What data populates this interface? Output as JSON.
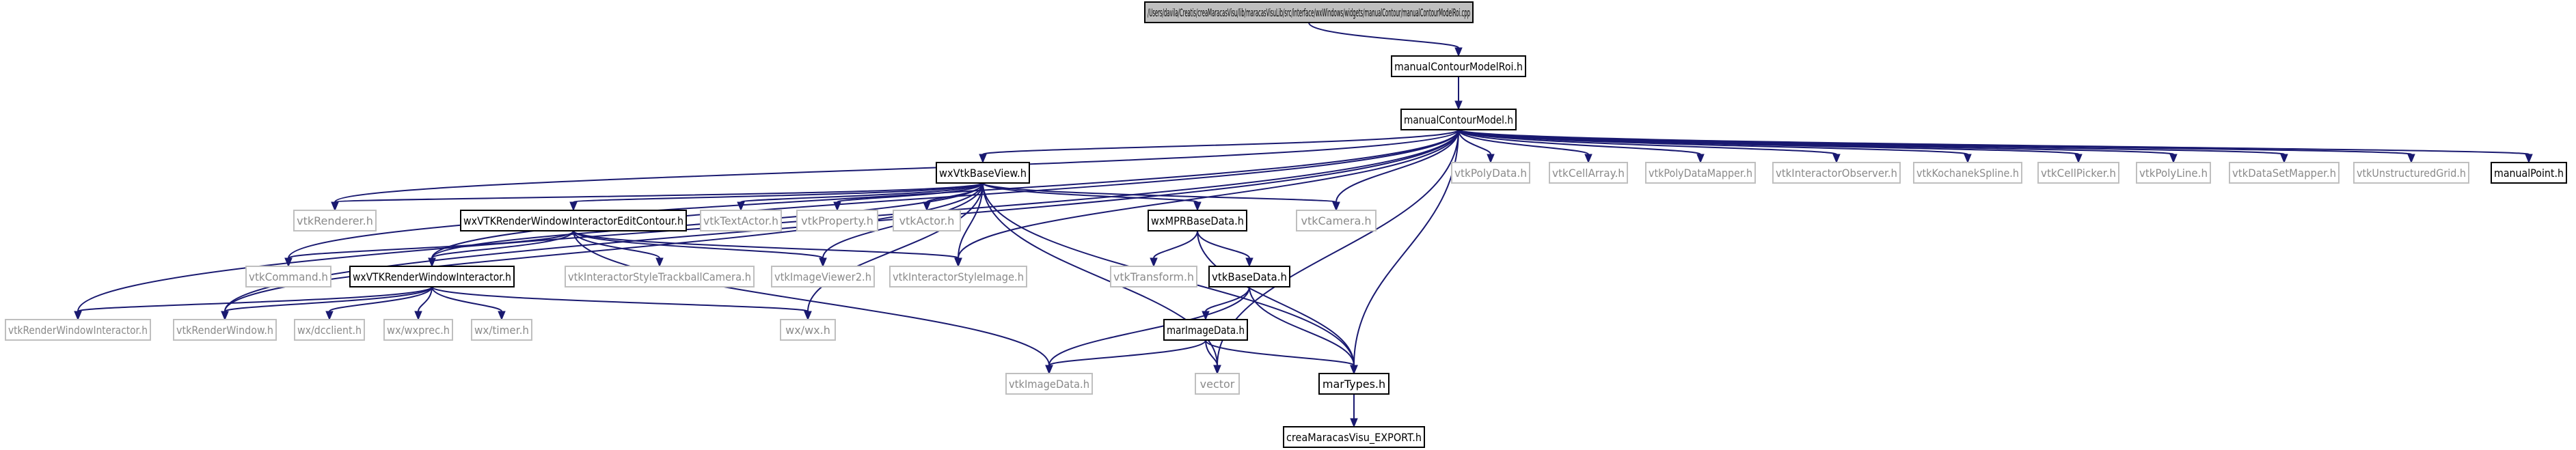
{
  "colors": {
    "edge": "#191970",
    "documented_border": "#000000",
    "undocumented_border": "#bfbfbf",
    "undocumented_text": "#8a8a8a",
    "root_fill": "#bfbfbf"
  },
  "nodes": [
    {
      "id": "root",
      "label": "/Users/davila/Creatis/creaMaracasVisu/lib/maracasVisuLib/src/interface/wxWindows/widgets/manualContour/manualContourModelRoi.cpp",
      "kind": "root"
    },
    {
      "id": "roi_h",
      "label": "manualContourModelRoi.h",
      "kind": "doc"
    },
    {
      "id": "model_h",
      "label": "manualContourModel.h",
      "kind": "doc"
    },
    {
      "id": "basev",
      "label": "wxVtkBaseView.h",
      "kind": "doc"
    },
    {
      "id": "polydata",
      "label": "vtkPolyData.h",
      "kind": "sys"
    },
    {
      "id": "cellarray",
      "label": "vtkCellArray.h",
      "kind": "sys"
    },
    {
      "id": "pdmapper",
      "label": "vtkPolyDataMapper.h",
      "kind": "sys"
    },
    {
      "id": "interobs",
      "label": "vtkInteractorObserver.h",
      "kind": "sys"
    },
    {
      "id": "kochanek",
      "label": "vtkKochanekSpline.h",
      "kind": "sys"
    },
    {
      "id": "cellpicker",
      "label": "vtkCellPicker.h",
      "kind": "sys"
    },
    {
      "id": "polyline",
      "label": "vtkPolyLine.h",
      "kind": "sys"
    },
    {
      "id": "dsmapper",
      "label": "vtkDataSetMapper.h",
      "kind": "sys"
    },
    {
      "id": "ugrid",
      "label": "vtkUnstructuredGrid.h",
      "kind": "sys"
    },
    {
      "id": "mpoint",
      "label": "manualPoint.h",
      "kind": "doc"
    },
    {
      "id": "renderer",
      "label": "vtkRenderer.h",
      "kind": "sys"
    },
    {
      "id": "editcontour",
      "label": "wxVTKRenderWindowInteractorEditContour.h",
      "kind": "doc"
    },
    {
      "id": "textactor",
      "label": "vtkTextActor.h",
      "kind": "sys"
    },
    {
      "id": "property",
      "label": "vtkProperty.h",
      "kind": "sys"
    },
    {
      "id": "actor",
      "label": "vtkActor.h",
      "kind": "sys"
    },
    {
      "id": "mprbase",
      "label": "wxMPRBaseData.h",
      "kind": "doc"
    },
    {
      "id": "camera",
      "label": "vtkCamera.h",
      "kind": "sys"
    },
    {
      "id": "command",
      "label": "vtkCommand.h",
      "kind": "sys"
    },
    {
      "id": "rwi",
      "label": "wxVTKRenderWindowInteractor.h",
      "kind": "doc"
    },
    {
      "id": "trackcam",
      "label": "vtkInteractorStyleTrackballCamera.h",
      "kind": "sys"
    },
    {
      "id": "viewer2",
      "label": "vtkImageViewer2.h",
      "kind": "sys"
    },
    {
      "id": "styleimage",
      "label": "vtkInteractorStyleImage.h",
      "kind": "sys"
    },
    {
      "id": "transform",
      "label": "vtkTransform.h",
      "kind": "sys"
    },
    {
      "id": "basedata",
      "label": "vtkBaseData.h",
      "kind": "doc"
    },
    {
      "id": "vtkrwi",
      "label": "vtkRenderWindowInteractor.h",
      "kind": "sys"
    },
    {
      "id": "renwin",
      "label": "vtkRenderWindow.h",
      "kind": "sys"
    },
    {
      "id": "dcclient",
      "label": "wx/dcclient.h",
      "kind": "sys"
    },
    {
      "id": "wxprec",
      "label": "wx/wxprec.h",
      "kind": "sys"
    },
    {
      "id": "timer",
      "label": "wx/timer.h",
      "kind": "sys"
    },
    {
      "id": "wx",
      "label": "wx/wx.h",
      "kind": "sys"
    },
    {
      "id": "marimage",
      "label": "marImageData.h",
      "kind": "doc"
    },
    {
      "id": "imagedata",
      "label": "vtkImageData.h",
      "kind": "sys"
    },
    {
      "id": "vector",
      "label": "vector",
      "kind": "sys"
    },
    {
      "id": "martypes",
      "label": "marTypes.h",
      "kind": "doc"
    },
    {
      "id": "export",
      "label": "creaMaracasVisu_EXPORT.h",
      "kind": "doc"
    }
  ],
  "edges": [
    [
      "root",
      "roi_h"
    ],
    [
      "roi_h",
      "model_h"
    ],
    [
      "model_h",
      "basev"
    ],
    [
      "model_h",
      "polydata"
    ],
    [
      "model_h",
      "cellarray"
    ],
    [
      "model_h",
      "pdmapper"
    ],
    [
      "model_h",
      "interobs"
    ],
    [
      "model_h",
      "kochanek"
    ],
    [
      "model_h",
      "cellpicker"
    ],
    [
      "model_h",
      "polyline"
    ],
    [
      "model_h",
      "dsmapper"
    ],
    [
      "model_h",
      "ugrid"
    ],
    [
      "model_h",
      "mpoint"
    ],
    [
      "model_h",
      "renderer"
    ],
    [
      "model_h",
      "command"
    ],
    [
      "model_h",
      "rwi"
    ],
    [
      "model_h",
      "vtkrwi"
    ],
    [
      "model_h",
      "renwin"
    ],
    [
      "model_h",
      "camera"
    ],
    [
      "model_h",
      "styleimage"
    ],
    [
      "model_h",
      "vector"
    ],
    [
      "model_h",
      "martypes"
    ],
    [
      "basev",
      "renderer"
    ],
    [
      "basev",
      "editcontour"
    ],
    [
      "basev",
      "textactor"
    ],
    [
      "basev",
      "property"
    ],
    [
      "basev",
      "actor"
    ],
    [
      "basev",
      "mprbase"
    ],
    [
      "basev",
      "camera"
    ],
    [
      "basev",
      "rwi"
    ],
    [
      "basev",
      "renwin"
    ],
    [
      "basev",
      "viewer2"
    ],
    [
      "basev",
      "styleimage"
    ],
    [
      "basev",
      "wx"
    ],
    [
      "basev",
      "vector"
    ],
    [
      "basev",
      "martypes"
    ],
    [
      "editcontour",
      "command"
    ],
    [
      "editcontour",
      "rwi"
    ],
    [
      "editcontour",
      "trackcam"
    ],
    [
      "editcontour",
      "viewer2"
    ],
    [
      "editcontour",
      "styleimage"
    ],
    [
      "editcontour",
      "imagedata"
    ],
    [
      "rwi",
      "vtkrwi"
    ],
    [
      "rwi",
      "renwin"
    ],
    [
      "rwi",
      "dcclient"
    ],
    [
      "rwi",
      "wxprec"
    ],
    [
      "rwi",
      "timer"
    ],
    [
      "rwi",
      "wx"
    ],
    [
      "mprbase",
      "transform"
    ],
    [
      "mprbase",
      "basedata"
    ],
    [
      "mprbase",
      "martypes"
    ],
    [
      "basedata",
      "marimage"
    ],
    [
      "basedata",
      "imagedata"
    ],
    [
      "basedata",
      "martypes"
    ],
    [
      "marimage",
      "imagedata"
    ],
    [
      "marimage",
      "vector"
    ],
    [
      "marimage",
      "martypes"
    ],
    [
      "martypes",
      "export"
    ]
  ]
}
